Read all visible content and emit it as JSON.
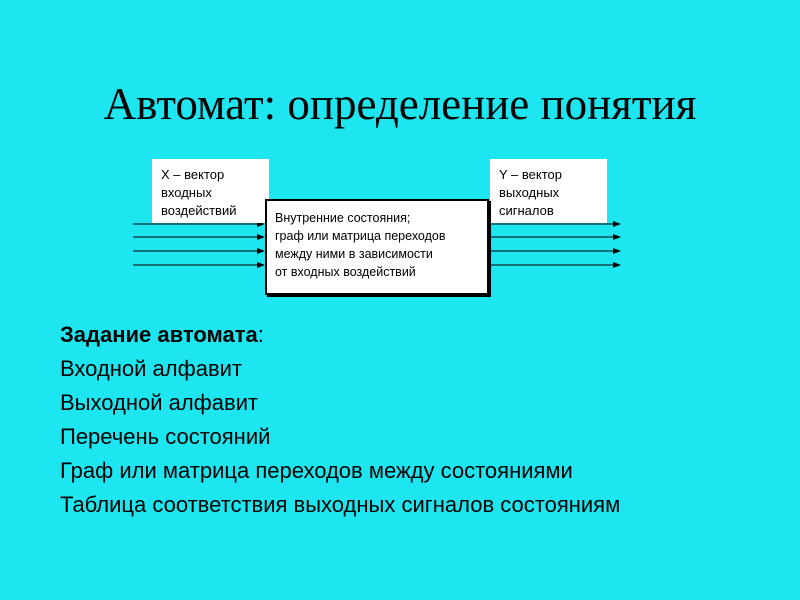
{
  "title": "Автомат: определение понятия",
  "diagram": {
    "input_box": {
      "lines": [
        "X – вектор",
        "входных",
        "воздействий"
      ]
    },
    "state_box": {
      "lines": [
        "Внутренние состояния;",
        "граф или матрица переходов",
        "между ними в зависимости",
        "от входных воздействий"
      ]
    },
    "output_box": {
      "lines": [
        "Y – вектор",
        "выходных",
        "сигналов"
      ]
    },
    "input_arrow_count": 4,
    "output_arrow_count": 4
  },
  "spec": {
    "heading": "Задание автомата",
    "heading_suffix": ":",
    "items": [
      "Входной алфавит",
      "Выходной алфавит",
      "Перечень состояний",
      "Граф или матрица переходов между состояниями",
      "Таблица соответствия выходных сигналов состояниям"
    ]
  },
  "colors": {
    "background": "#1ee6f0",
    "box_fill": "#ffffff",
    "stroke": "#000000"
  }
}
